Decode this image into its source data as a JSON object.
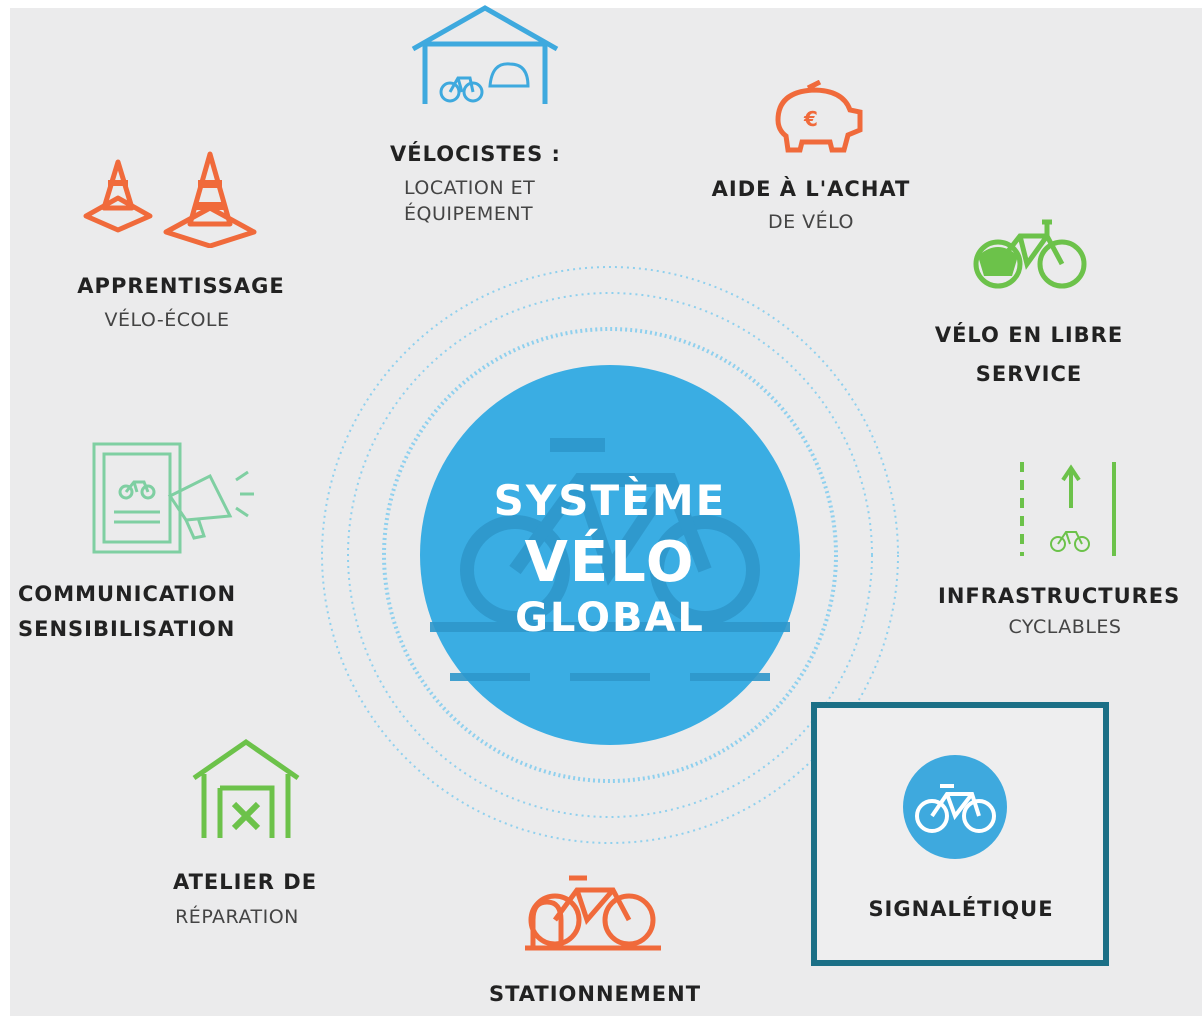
{
  "center": {
    "line1": "SYSTÈME",
    "line2": "VÉLO",
    "line3": "GLOBAL"
  },
  "items": {
    "velocistes": {
      "title": "VÉLOCISTES :",
      "sub1": "LOCATION ET",
      "sub2": "ÉQUIPEMENT",
      "icon": "garage-bike-helmet-icon"
    },
    "aide": {
      "title": "AIDE À L'ACHAT",
      "sub1": "DE VÉLO",
      "icon": "piggy-bank-euro-icon"
    },
    "libre": {
      "title1": "VÉLO EN LIBRE",
      "title2": "SERVICE",
      "icon": "shared-bike-icon"
    },
    "infra": {
      "title": "INFRASTRUCTURES",
      "sub1": "CYCLABLES",
      "icon": "bike-lane-icon"
    },
    "signal": {
      "title": "SIGNALÉTIQUE",
      "icon": "bike-sign-icon"
    },
    "stationnement": {
      "title": "STATIONNEMENT",
      "icon": "bike-rack-icon"
    },
    "atelier": {
      "title": "ATELIER DE",
      "sub1": "RÉPARATION",
      "icon": "repair-garage-icon"
    },
    "communication": {
      "title1": "COMMUNICATION",
      "title2": "SENSIBILISATION",
      "icon": "megaphone-document-icon"
    },
    "apprentissage": {
      "title": "APPRENTISSAGE",
      "sub1": "VÉLO-ÉCOLE",
      "icon": "traffic-cones-icon"
    }
  },
  "colors": {
    "center": "#3aade3",
    "orange": "#f06a3b",
    "blue": "#3ea9de",
    "green": "#6cc24a",
    "mint": "#7fcfa2",
    "highlight": "#1b6f86"
  }
}
